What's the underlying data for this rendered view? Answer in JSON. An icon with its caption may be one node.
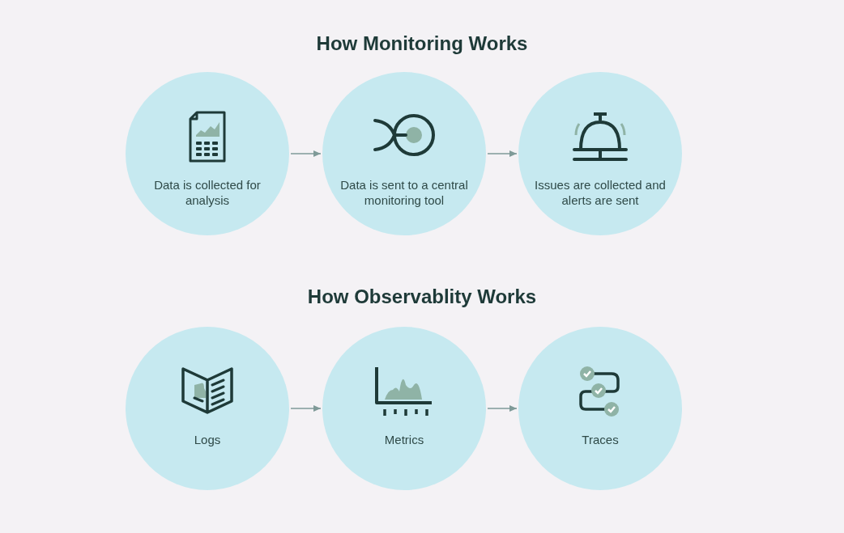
{
  "diagram": {
    "nodes": [
      {
        "text": [
          "Data is collected for analysis"
        ]
      },
      {
        "text": [
          "Data is sent to a central monitoring tool"
        ]
      },
      {
        "text": [
          "Issues are collected and alerts are sent"
        ]
      },
      {
        "text": [
          "Logs"
        ]
      },
      {
        "text": [
          "Metrics"
        ]
      },
      {
        "text": [
          "Traces"
        ]
      }
    ],
    "edges": [
      {
        "from": 0,
        "to": 1,
        "arrow": "to"
      },
      {
        "from": 1,
        "to": 2,
        "arrow": "to"
      },
      {
        "from": 3,
        "to": 4,
        "arrow": "to"
      },
      {
        "from": 4,
        "to": 5,
        "arrow": "to"
      }
    ],
    "labels": [
      "How Monitoring Works",
      "How Observablity Works"
    ]
  }
}
